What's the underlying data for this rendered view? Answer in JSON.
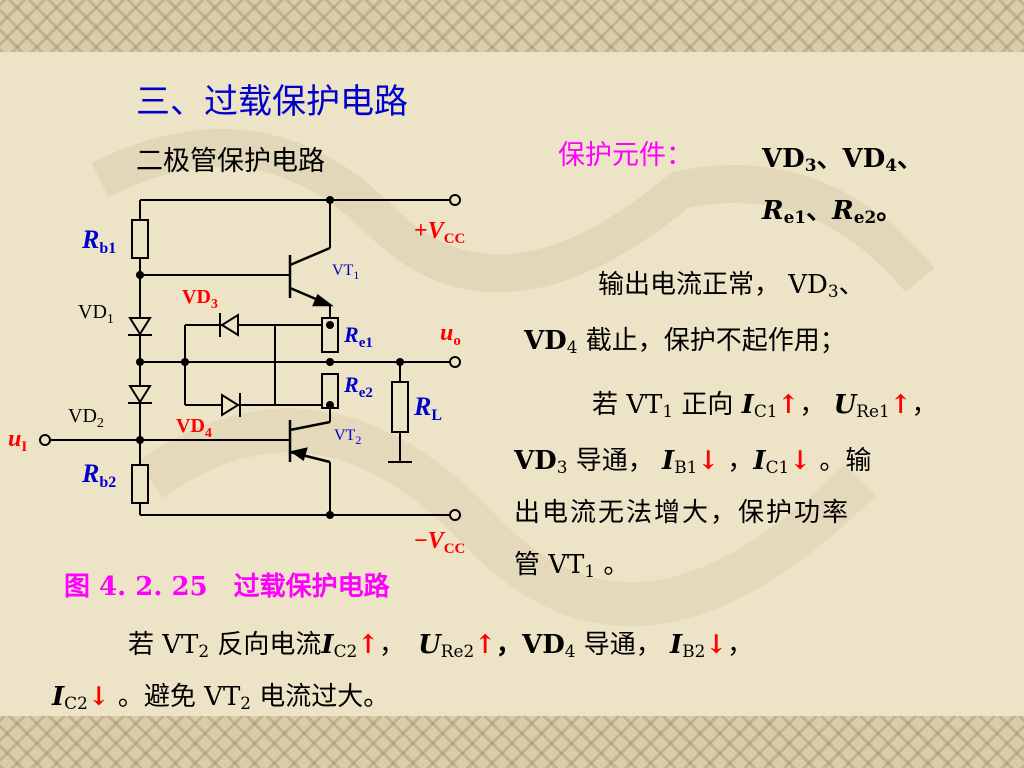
{
  "section_title": "三、过载保护电路",
  "subtitle": "二极管保护电路",
  "figure_caption": "图 4. 2. 25　过载保护电路",
  "circuit": {
    "Rb1": {
      "main": "R",
      "sub": "b1"
    },
    "Rb2": {
      "main": "R",
      "sub": "b2"
    },
    "VD1": {
      "main": "VD",
      "sub": "1"
    },
    "VD2": {
      "main": "VD",
      "sub": "2"
    },
    "VD3": {
      "main": "VD",
      "sub": "3"
    },
    "VD4": {
      "main": "VD",
      "sub": "4"
    },
    "VT1": {
      "main": "VT",
      "sub": "1"
    },
    "VT2": {
      "main": "VT",
      "sub": "2"
    },
    "Re1": {
      "main": "R",
      "sub": "e1"
    },
    "Re2": {
      "main": "R",
      "sub": "e2"
    },
    "RL": {
      "main": "R",
      "sub": "L"
    },
    "uI": {
      "main": "u",
      "sub": "I"
    },
    "uo": {
      "main": "u",
      "sub": "o"
    },
    "plus_vcc": {
      "sign": "+",
      "main": "V",
      "sub": "CC"
    },
    "minus_vcc": {
      "sign": "−",
      "main": "V",
      "sub": "CC"
    }
  },
  "protection": {
    "label": "保护元件：",
    "line1": [
      "VD",
      "3",
      "、",
      "VD",
      "4",
      "、"
    ],
    "line2": [
      "R",
      "e1",
      "、",
      "R",
      "e2",
      "。"
    ]
  },
  "para1": {
    "line1": [
      "输出电流正常， VD",
      "3",
      "、"
    ],
    "line2": [
      "VD",
      "4",
      " 截止，保护不起作用；"
    ]
  },
  "para2": {
    "l1_a": "若 VT",
    "l1_b": "1",
    "l1_c": " 正向 ",
    "l1_d": "I",
    "l1_e": "C1",
    "l1_f": "↑",
    "l1_g": "， ",
    "l1_h": "U",
    "l1_i": "Re1",
    "l1_j": "↑",
    "l1_k": "，",
    "l2_a": "VD",
    "l2_b": "3",
    "l2_c": " 导通， ",
    "l2_d": "I",
    "l2_e": "B1",
    "l2_f": "↓",
    "l2_g": " ，",
    "l2_h": "I",
    "l2_i": "C1",
    "l2_j": "↓",
    "l2_k": " 。输",
    "line3": "出电流无法增大，保护功率",
    "l4_a": "管 VT",
    "l4_b": "1",
    "l4_c": " 。"
  },
  "para3": {
    "l1_a": "若  VT",
    "l1_b": "2",
    "l1_c": "  反向电流",
    "l1_d": "I",
    "l1_e": "C2",
    "l1_f": "↑",
    "l1_g": "，　",
    "l1_h": "U",
    "l1_i": "Re2",
    "l1_j": "↑",
    "l1_k": "，VD",
    "l1_l": "4",
    "l1_m": "  导通，  ",
    "l1_n": "I",
    "l1_o": "B2",
    "l1_p": "↓",
    "l1_q": "，",
    "l2_a": "I",
    "l2_b": "C2",
    "l2_c": "↓",
    "l2_d": " 。避免 VT",
    "l2_e": "2",
    "l2_f": " 电流过大。"
  },
  "colors": {
    "title": "#0000cc",
    "caption": "#ff00ff",
    "label": "#ff0000",
    "text": "#000000",
    "wire": "#000000"
  }
}
